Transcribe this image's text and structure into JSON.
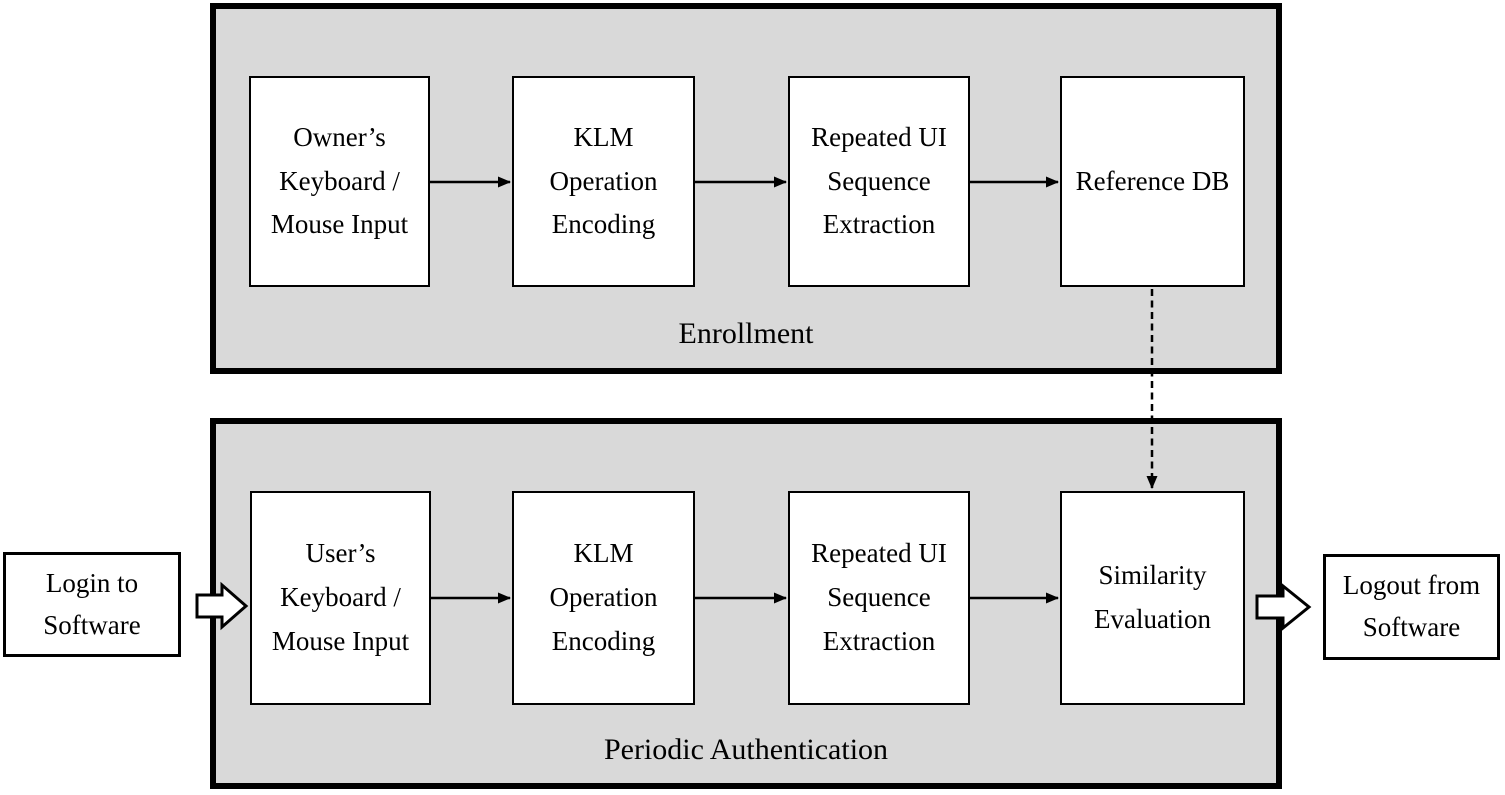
{
  "figure": {
    "enrollment": {
      "caption": "Enrollment",
      "boxes": {
        "owners_input": "Owner’s\nKeyboard /\nMouse Input",
        "klm_encoding": "KLM\nOperation\nEncoding",
        "repeated_ui": "Repeated UI\nSequence\nExtraction",
        "reference_db": "Reference DB"
      }
    },
    "authentication": {
      "caption": "Periodic Authentication",
      "boxes": {
        "users_input": "User’s\nKeyboard /\nMouse Input",
        "klm_encoding": "KLM\nOperation\nEncoding",
        "repeated_ui": "Repeated UI\nSequence\nExtraction",
        "similarity_eval": "Similarity\nEvaluation"
      }
    },
    "external": {
      "login": "Login to\nSoftware",
      "logout": "Logout from\nSoftware"
    },
    "colors": {
      "panel_fill": "#d9d9d9",
      "box_fill": "#ffffff",
      "line": "#000000",
      "background": "#ffffff"
    }
  }
}
